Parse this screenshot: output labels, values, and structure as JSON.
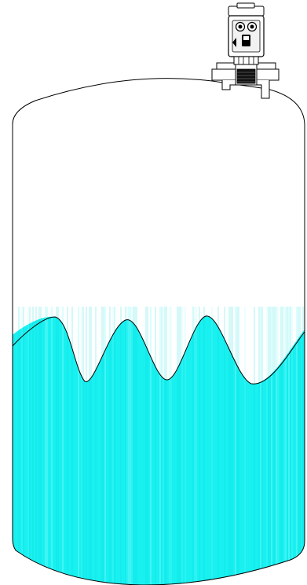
{
  "diagram": {
    "colors": {
      "background": "#ffffff",
      "outline": "#000000",
      "liquid": "#19f0f0",
      "liquid_streak_light": "#8ffcfc",
      "liquid_streak_dark": "#00d4d8",
      "sensor_body": "#ffffff",
      "flange": "#ffffff"
    },
    "components": {
      "tank": "vertical-storage-tank",
      "liquid": "wavy-liquid-surface",
      "sensor": "radar-level-transmitter",
      "mount": "flanged-nozzle"
    },
    "icons": [
      "sensor-lens-icon",
      "sensor-lens-icon",
      "sensor-display-icon"
    ]
  }
}
